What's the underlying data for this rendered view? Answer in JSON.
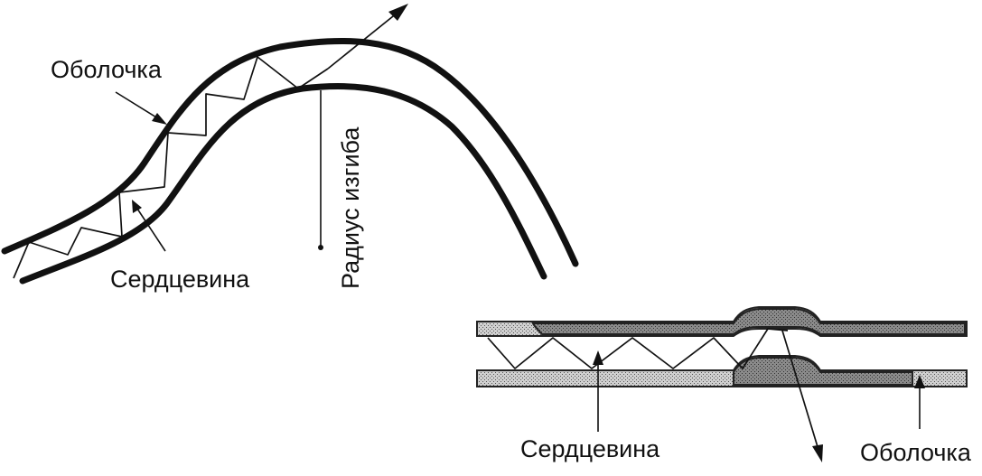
{
  "bent_fiber": {
    "label_cladding": "Оболочка",
    "label_core": "Сердцевина",
    "label_bend_radius": "Радиус изгиба"
  },
  "straight_fiber": {
    "label_core": "Сердцевина",
    "label_cladding": "Оболочка"
  },
  "colors": {
    "ink": "#111111",
    "cladding_fill": "#bdbdbd",
    "cladding_dark_fill": "#7a7a7a"
  }
}
